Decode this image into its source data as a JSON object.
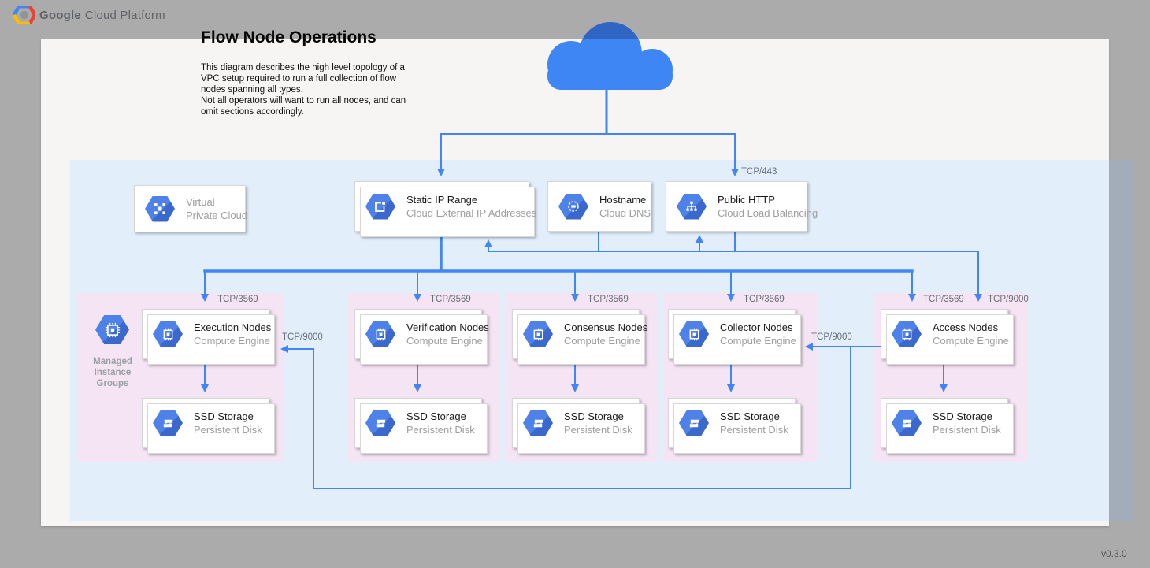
{
  "header": {
    "brand_bold": "Google",
    "brand_rest": "Cloud Platform"
  },
  "title": "Flow Node Operations",
  "description": "This diagram describes the high level topology of a\nVPC setup required to run a full collection of flow\nnodes spanning all types.\nNot all operators will want to run all nodes, and can\nomit sections accordingly.",
  "version": "v0.3.0",
  "cards": {
    "vpc": {
      "title": "Virtual",
      "subtitle": "Private Cloud"
    },
    "static_ip": {
      "title": "Static IP Range",
      "subtitle": "Cloud External IP Addresses"
    },
    "hostname": {
      "title": "Hostname",
      "subtitle": "Cloud DNS"
    },
    "public_http": {
      "title": "Public HTTP",
      "subtitle": "Cloud Load Balancing"
    }
  },
  "mig_label": "Managed\nInstance\nGroups",
  "edge_labels": {
    "tcp443": "TCP/443",
    "tcp9000_exec": "TCP/9000",
    "tcp9000_collector": "TCP/9000",
    "tcp9000_access": "TCP/9000"
  },
  "sections": [
    {
      "name": "execution",
      "tcp": "TCP/3569",
      "node_title": "Execution Nodes",
      "node_subtitle": "Compute Engine",
      "ssd_title": "SSD Storage",
      "ssd_subtitle": "Persistent Disk"
    },
    {
      "name": "verification",
      "tcp": "TCP/3569",
      "node_title": "Verification Nodes",
      "node_subtitle": "Compute Engine",
      "ssd_title": "SSD Storage",
      "ssd_subtitle": "Persistent Disk"
    },
    {
      "name": "consensus",
      "tcp": "TCP/3569",
      "node_title": "Consensus Nodes",
      "node_subtitle": "Compute Engine",
      "ssd_title": "SSD Storage",
      "ssd_subtitle": "Persistent Disk"
    },
    {
      "name": "collector",
      "tcp": "TCP/3569",
      "node_title": "Collector Nodes",
      "node_subtitle": "Compute Engine",
      "ssd_title": "SSD Storage",
      "ssd_subtitle": "Persistent Disk"
    },
    {
      "name": "access",
      "tcp": "TCP/3569",
      "node_title": "Access Nodes",
      "node_subtitle": "Compute Engine",
      "ssd_title": "SSD Storage",
      "ssd_subtitle": "Persistent Disk"
    }
  ],
  "colors": {
    "accent_blue": "#4285f4",
    "icon_blue": "#4c7de0",
    "vpc_fill": "#e2effb",
    "section_fill": "#f5e4f4",
    "canvas": "#f6f5f3",
    "background": "#ababab"
  }
}
